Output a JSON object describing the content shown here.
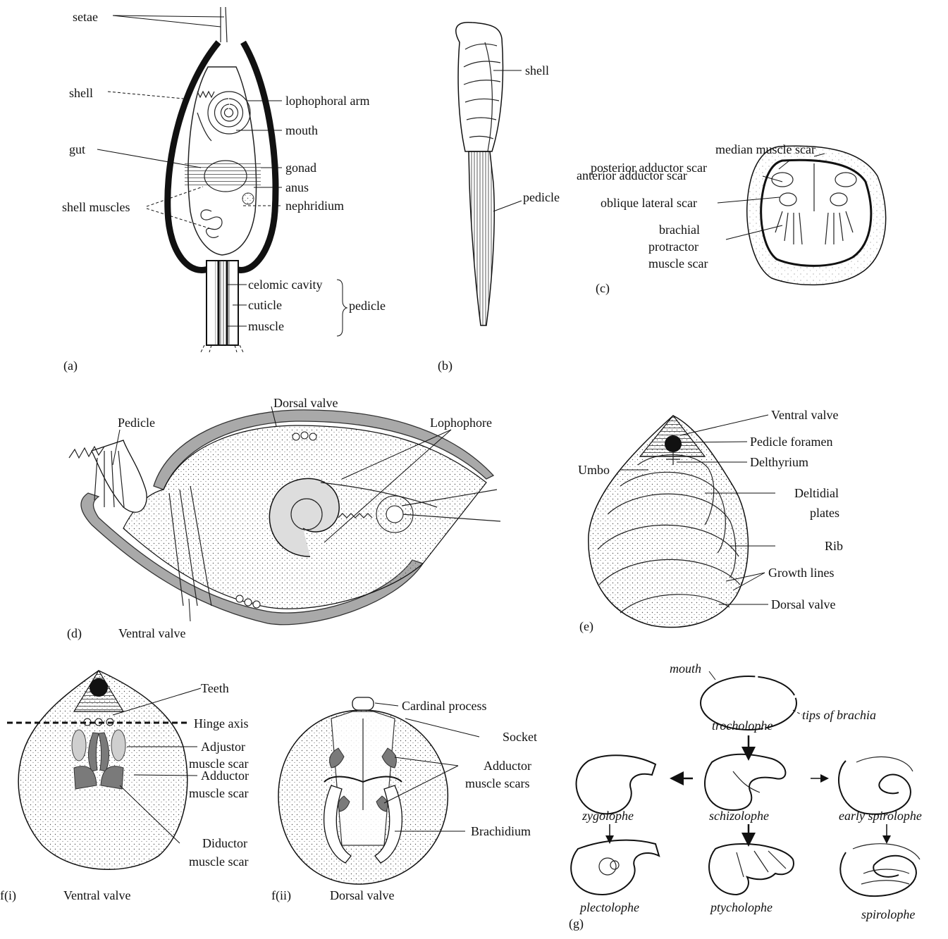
{
  "panels": {
    "a": {
      "tag": "(a)",
      "labels": {
        "setae": "setae",
        "shell": "shell",
        "gut": "gut",
        "shell_muscles": "shell muscles",
        "lophophoral_arm": "lophophoral arm",
        "mouth": "mouth",
        "gonad": "gonad",
        "anus": "anus",
        "nephridium": "nephridium",
        "celomic_cavity": "celomic cavity",
        "cuticle": "cuticle",
        "muscle": "muscle",
        "pedicle": "pedicle"
      }
    },
    "b": {
      "tag": "(b)",
      "labels": {
        "shell": "shell",
        "pedicle": "pedicle"
      }
    },
    "c": {
      "tag": "(c)",
      "labels": {
        "median_muscle_scar": "median muscle scar",
        "posterior_adductor_scar": "posterior adductor scar",
        "anterior_adductor_scar": "anterior adductor scar",
        "oblique_lateral_scar": "oblique lateral scar",
        "brachial_1": "brachial",
        "brachial_2": "protractor",
        "brachial_3": "muscle scar"
      }
    },
    "d": {
      "tag": "(d)",
      "labels": {
        "dorsal_valve": "Dorsal valve",
        "pedicle": "Pedicle",
        "lophophore": "Lophophore",
        "ventral_valve": "Ventral valve"
      }
    },
    "e": {
      "tag": "(e)",
      "labels": {
        "ventral_valve": "Ventral valve",
        "pedicle_foramen": "Pedicle foramen",
        "umbo": "Umbo",
        "delthyrium": "Delthyrium",
        "deltidial_1": "Deltidial",
        "deltidial_2": "plates",
        "rib": "Rib",
        "growth_lines": "Growth lines",
        "dorsal_valve": "Dorsal valve"
      }
    },
    "f1": {
      "tag": "f(i)",
      "caption": "Ventral valve",
      "labels": {
        "teeth": "Teeth",
        "hinge_axis": "Hinge axis",
        "adjustor_1": "Adjustor",
        "adjustor_2": "muscle scar",
        "adductor_1": "Adductor",
        "adductor_2": "muscle scar",
        "diductor_1": "Diductor",
        "diductor_2": "muscle scar"
      }
    },
    "f2": {
      "tag": "f(ii)",
      "caption": "Dorsal valve",
      "labels": {
        "cardinal_process": "Cardinal process",
        "socket": "Socket",
        "adductor_1": "Adductor",
        "adductor_2": "muscle scars",
        "brachidium": "Brachidium"
      }
    },
    "g": {
      "tag": "(g)",
      "labels": {
        "mouth": "mouth",
        "tips_of_brachia": "tips of brachia",
        "trocholophe": "trocholophe",
        "zygolophe": "zygolophe",
        "schizolophe": "schizolophe",
        "early_spirolophe": "early spirolophe",
        "plectolophe": "plectolophe",
        "ptycholophe": "ptycholophe",
        "spirolophe": "spirolophe"
      }
    }
  }
}
